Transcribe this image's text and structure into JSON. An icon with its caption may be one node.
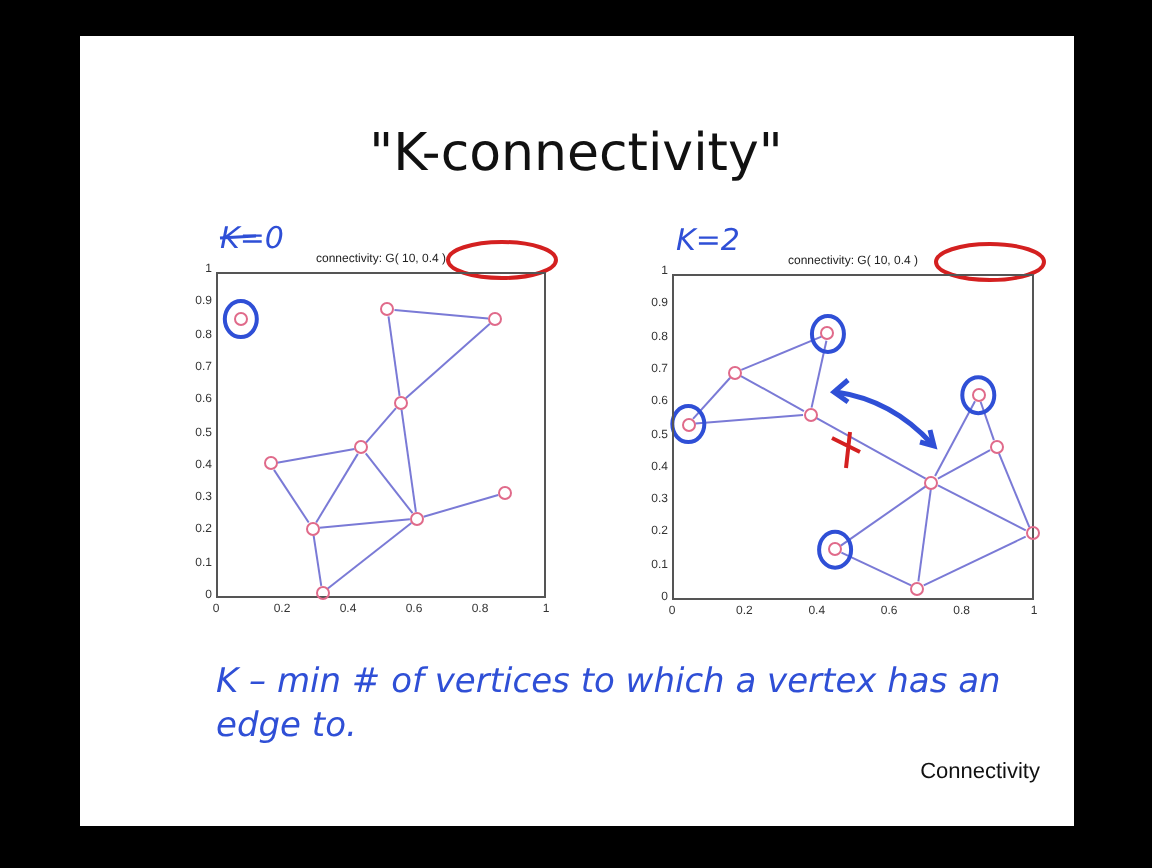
{
  "diagram": {
    "title": "\"K-connectivity\"",
    "nodes": [
      {
        "text": [
          "connectivity: G( 10, 0.4 )"
        ]
      },
      {
        "text": [],
        "shape": "circle",
        "in": 0
      },
      {
        "text": [],
        "shape": "circle",
        "in": 0
      },
      {
        "text": [],
        "shape": "circle",
        "in": 0
      },
      {
        "text": [],
        "shape": "circle",
        "in": 0
      },
      {
        "text": [],
        "shape": "circle",
        "in": 0
      },
      {
        "text": [],
        "shape": "circle",
        "in": 0
      },
      {
        "text": [],
        "shape": "circle",
        "in": 0
      },
      {
        "text": [],
        "shape": "circle",
        "in": 0
      },
      {
        "text": [],
        "shape": "circle",
        "in": 0
      },
      {
        "text": [],
        "shape": "circle",
        "in": 0
      },
      {
        "text": [
          "connectivity: G( 10, 0.4 )"
        ]
      },
      {
        "text": [],
        "shape": "circle",
        "in": 11
      },
      {
        "text": [],
        "shape": "circle",
        "in": 11
      },
      {
        "text": [],
        "shape": "circle",
        "in": 11
      },
      {
        "text": [],
        "shape": "circle",
        "in": 11
      },
      {
        "text": [],
        "shape": "circle",
        "in": 11
      },
      {
        "text": [],
        "shape": "circle",
        "in": 11
      },
      {
        "text": [],
        "shape": "circle",
        "in": 11
      },
      {
        "text": [],
        "shape": "circle",
        "in": 11
      },
      {
        "text": [],
        "shape": "circle",
        "in": 11
      },
      {
        "text": [],
        "shape": "circle",
        "in": 11
      }
    ],
    "edges": [
      {
        "from": 2,
        "to": 3,
        "arrow": "none"
      },
      {
        "from": 2,
        "to": 4,
        "arrow": "none"
      },
      {
        "from": 4,
        "to": 9,
        "arrow": "none"
      },
      {
        "from": 3,
        "to": 4,
        "arrow": "none"
      },
      {
        "from": 4,
        "to": 5,
        "arrow": "none"
      },
      {
        "from": 5,
        "to": 6,
        "arrow": "none"
      },
      {
        "from": 5,
        "to": 8,
        "arrow": "none"
      },
      {
        "from": 5,
        "to": 9,
        "arrow": "none"
      },
      {
        "from": 6,
        "to": 8,
        "arrow": "none"
      },
      {
        "from": 8,
        "to": 9,
        "arrow": "none"
      },
      {
        "from": 8,
        "to": 10,
        "arrow": "none"
      },
      {
        "from": 10,
        "to": 9,
        "arrow": "none"
      },
      {
        "from": 9,
        "to": 7,
        "arrow": "none"
      },
      {
        "from": 12,
        "to": 13,
        "arrow": "none"
      },
      {
        "from": 12,
        "to": 15,
        "arrow": "none"
      },
      {
        "from": 13,
        "to": 15,
        "arrow": "none"
      },
      {
        "from": 13,
        "to": 14,
        "arrow": "none"
      },
      {
        "from": 15,
        "to": 14,
        "arrow": "none"
      },
      {
        "from": 15,
        "to": 18,
        "arrow": "none"
      },
      {
        "from": 18,
        "to": 16,
        "arrow": "none"
      },
      {
        "from": 16,
        "to": 17,
        "arrow": "none"
      },
      {
        "from": 18,
        "to": 17,
        "arrow": "none"
      },
      {
        "from": 17,
        "to": 20,
        "arrow": "none"
      },
      {
        "from": 18,
        "to": 20,
        "arrow": "none"
      },
      {
        "from": 18,
        "to": 19,
        "arrow": "none"
      },
      {
        "from": 19,
        "to": 21,
        "arrow": "none"
      },
      {
        "from": 18,
        "to": 21,
        "arrow": "none"
      },
      {
        "from": 21,
        "to": 20,
        "arrow": "none"
      }
    ],
    "labels": [
      "K=0",
      "K=2",
      "1",
      "0.9",
      "0.8",
      "0.7",
      "0.6",
      "0.5",
      "0.4",
      "0.3",
      "0.2",
      "0.1",
      "0",
      "0",
      "0.2",
      "0.4",
      "0.6",
      "0.8",
      "1",
      "1",
      "0.9",
      "0.8",
      "0.7",
      "0.6",
      "0.5",
      "0.4",
      "0.3",
      "0.2",
      "0.1",
      "0",
      "0",
      "0.2",
      "0.4",
      "0.6",
      "0.8",
      "1",
      "K – min # of vertices to which a vertex has an edge to.",
      "Connectivity"
    ]
  }
}
